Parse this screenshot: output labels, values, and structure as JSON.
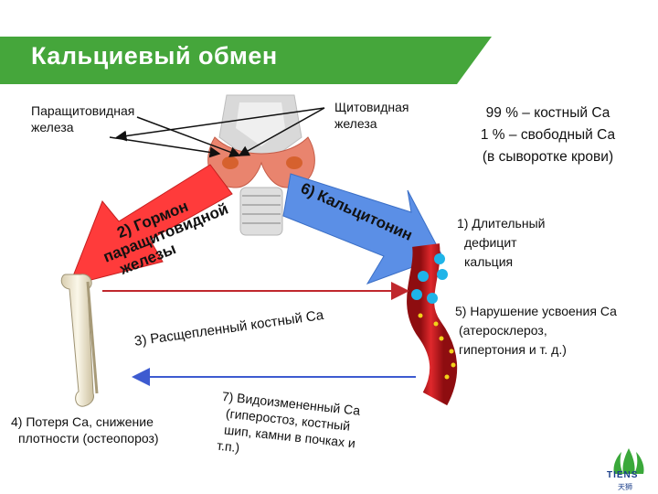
{
  "title": "Кальциевый обмен",
  "labels": {
    "parathyroid_line1": "Паращитовидная",
    "parathyroid_line2": "железа",
    "thyroid_line1": "Щитовидная",
    "thyroid_line2": "железа"
  },
  "info": {
    "line1": "99 % – костный Са",
    "line2": "1 % – свободный Са",
    "line3": "(в сыворотке крови)"
  },
  "items": {
    "item1_line1": "1) Длительный",
    "item1_line2": "дефицит",
    "item1_line3": "кальция",
    "item2_line1": "2) Гормон",
    "item2_line2": "паращитовидной",
    "item2_line3": "железы",
    "item3": "3) Расщепленный костный Са",
    "item4_line1": "4) Потеря Са, снижение",
    "item4_line2": "плотности (остеопороз)",
    "item5_line1": "5) Нарушение усвоения Са",
    "item5_line2": "(атеросклероз,",
    "item5_line3": "гипертония и т. д.)",
    "item6_line1": "6) Кальцитонин",
    "item7_line1": "7) Видоизмененный Са",
    "item7_line2": "(гиперостоз, костный",
    "item7_line3": "шип, камни в почках и",
    "item7_line4": "т.п.)"
  },
  "logo": {
    "brand": "TIENS",
    "brand_cn": "天狮"
  },
  "colors": {
    "title_green": "#45a63b",
    "arrow_red": "#ff3333",
    "arrow_blue": "#5b8fe6",
    "vessel_red": "#c8151b",
    "dot_blue": "#1fb4e8",
    "dot_yellow": "#f2d21a"
  }
}
